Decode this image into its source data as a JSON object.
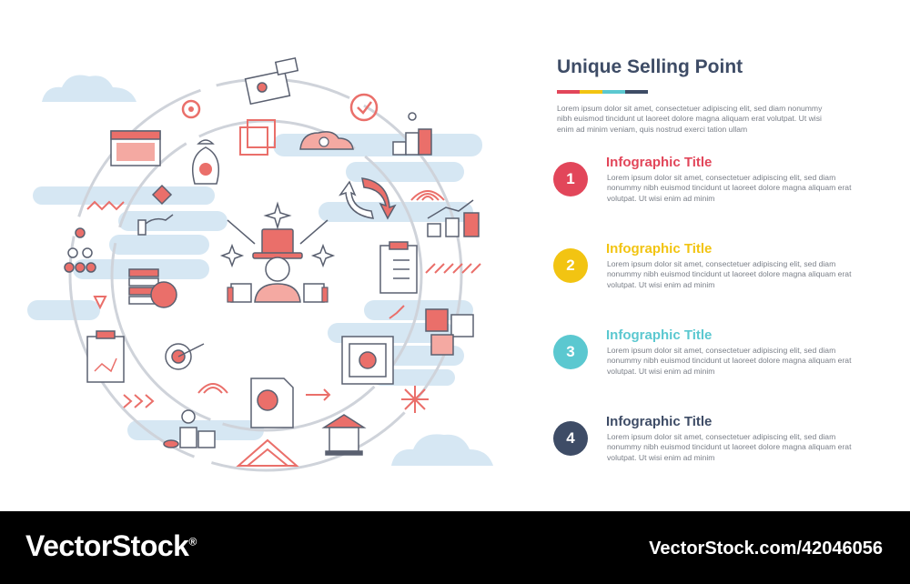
{
  "header": {
    "title": "Unique Selling Point",
    "bar_colors": [
      "#e2465a",
      "#f2c412",
      "#5bc8d0",
      "#3e4c66"
    ],
    "intro": "Lorem ipsum dolor sit amet, consectetuer adipiscing elit, sed diam nonummy nibh euismod tincidunt ut laoreet dolore magna aliquam erat volutpat. Ut wisi enim ad minim veniam, quis nostrud exerci tation ullam"
  },
  "items": [
    {
      "number": "1",
      "title": "Infographic Title",
      "color": "#e2465a",
      "body": "Lorem ipsum dolor sit amet, consectetuer adipiscing elit, sed diam nonummy nibh euismod tincidunt ut laoreet dolore magna aliquam erat volutpat. Ut wisi enim ad minim"
    },
    {
      "number": "2",
      "title": "Infographic Title",
      "color": "#f2c412",
      "body": "Lorem ipsum dolor sit amet, consectetuer adipiscing elit, sed diam nonummy nibh euismod tincidunt ut laoreet dolore magna aliquam erat volutpat. Ut wisi enim ad minim"
    },
    {
      "number": "3",
      "title": "Infographic Title",
      "color": "#5bc8d0",
      "body": "Lorem ipsum dolor sit amet, consectetuer adipiscing elit, sed diam nonummy nibh euismod tincidunt ut laoreet dolore magna aliquam erat volutpat. Ut wisi enim ad minim"
    },
    {
      "number": "4",
      "title": "Infographic Title",
      "color": "#3e4c66",
      "body": "Lorem ipsum dolor sit amet, consectetuer adipiscing elit, sed diam nonummy nibh euismod tincidunt ut laoreet dolore magna aliquam erat volutpat. Ut wisi enim ad minim"
    }
  ],
  "illustration": {
    "accent_color": "#ea6f6a",
    "line_color": "#5a6070",
    "cloud_color": "#d6e7f3",
    "ring_color": "#cfd3da",
    "icons": [
      "man-hat-icon",
      "sparkle-icon",
      "money-bag-icon",
      "calendar-icon",
      "award-ticket-icon",
      "target-icon",
      "checkmark-circle-icon",
      "podium-icon",
      "cloud-gear-icon",
      "refresh-arrows-icon",
      "rainbow-icon",
      "growth-coins-icon",
      "clipboard-checklist-icon",
      "puzzle-icon",
      "safe-icon",
      "burst-icon",
      "document-dollar-icon",
      "arrow-right-icon",
      "shop-icon",
      "coins-stack-icon",
      "triangle-icon",
      "dart-target-icon",
      "strategy-board-icon",
      "dollar-coin-stack-icon",
      "team-leader-icon",
      "hand-diamond-icon",
      "zigzag-icon",
      "chevrons-icon",
      "squares-icon"
    ]
  },
  "footer": {
    "brand": "VectorStock",
    "registered": "®",
    "stock_id": "VectorStock.com/42046056"
  }
}
